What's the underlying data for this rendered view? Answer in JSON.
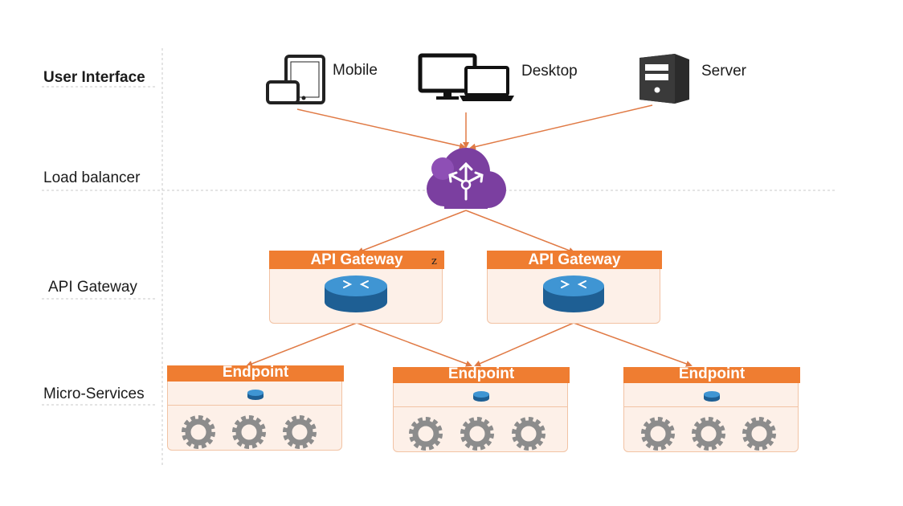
{
  "layers": {
    "user_interface": "User Interface",
    "load_balancer": "Load balancer",
    "api_gateway": "API Gateway",
    "micro_services": "Micro-Services"
  },
  "devices": [
    {
      "label": "Mobile",
      "icon": "tablet-phone-icon"
    },
    {
      "label": "Desktop",
      "icon": "monitor-laptop-icon"
    },
    {
      "label": "Server",
      "icon": "server-tower-icon"
    }
  ],
  "load_balancer_icon": "cloud-load-balancer-icon",
  "gateways": [
    {
      "header": "API Gateway",
      "icon": "router-icon"
    },
    {
      "header": "API Gateway",
      "icon": "router-icon"
    }
  ],
  "endpoints": [
    {
      "header": "Endpoint",
      "icon": "router-icon",
      "gears": [
        "gear-icon",
        "gear-icon",
        "gear-icon"
      ]
    },
    {
      "header": "Endpoint",
      "icon": "router-icon",
      "gears": [
        "gear-icon",
        "gear-icon",
        "gear-icon"
      ]
    },
    {
      "header": "Endpoint",
      "icon": "router-icon",
      "gears": [
        "gear-icon",
        "gear-icon",
        "gear-icon"
      ]
    }
  ],
  "stray_mark": "z",
  "colors": {
    "accent_orange": "#ef7d31",
    "card_fill": "#fdf0e8",
    "card_border": "#f2c3a4",
    "connector": "#e07a45",
    "cloud_purple": "#7b3fa0",
    "router_blue": "#2a78b8",
    "gear_gray": "#8c8c8c",
    "dotted_line": "#c8c8c8"
  }
}
